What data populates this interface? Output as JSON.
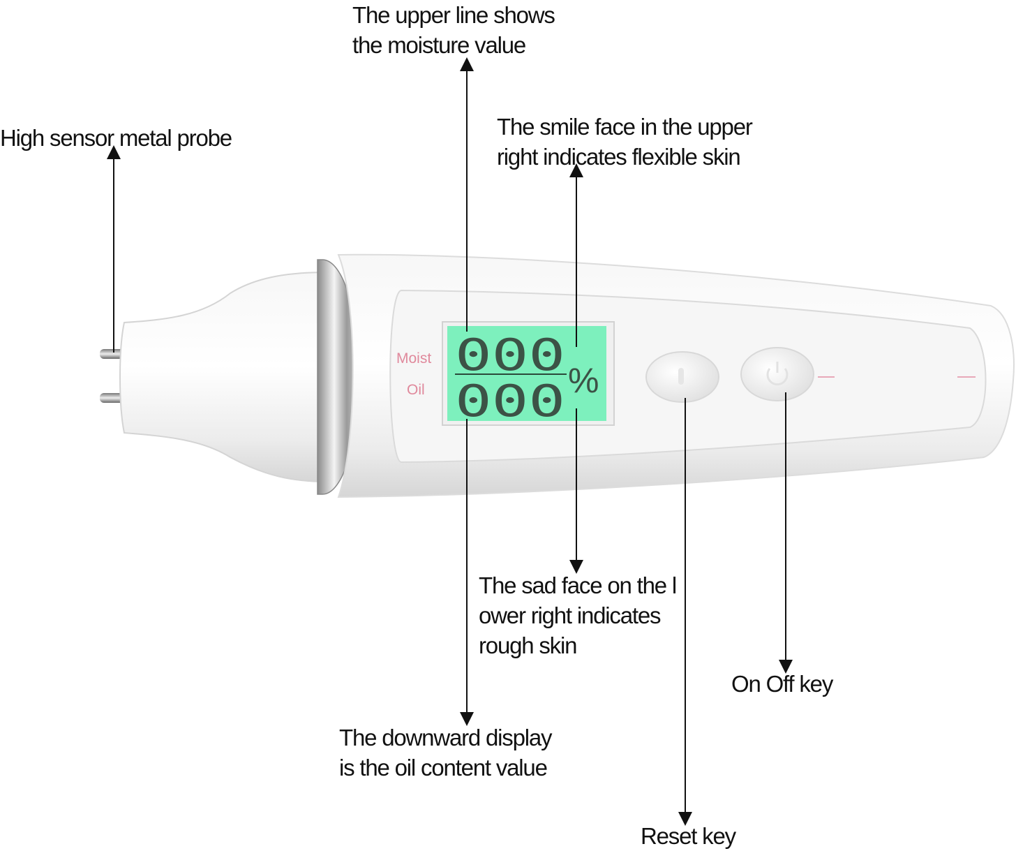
{
  "annotations": {
    "probe": "High sensor metal probe",
    "moisture_line1": "The upper line shows",
    "moisture_line2": "the moisture value",
    "smile_line1": "The smile face in the upper",
    "smile_line2": "right indicates flexible skin",
    "sad_line1": "The sad face on the l",
    "sad_line2": "ower right indicates",
    "sad_line3": "rough skin",
    "oil_line1": "The downward display",
    "oil_line2": "is the oil content value",
    "on_off": "On Off key",
    "reset": "Reset key"
  },
  "device": {
    "moist_label": "Moist",
    "oil_label": "Oil",
    "moist_value": "000",
    "oil_value": "000",
    "unit": "%",
    "lcd_color": "#7df0bd",
    "label_color": "#e0899c"
  }
}
